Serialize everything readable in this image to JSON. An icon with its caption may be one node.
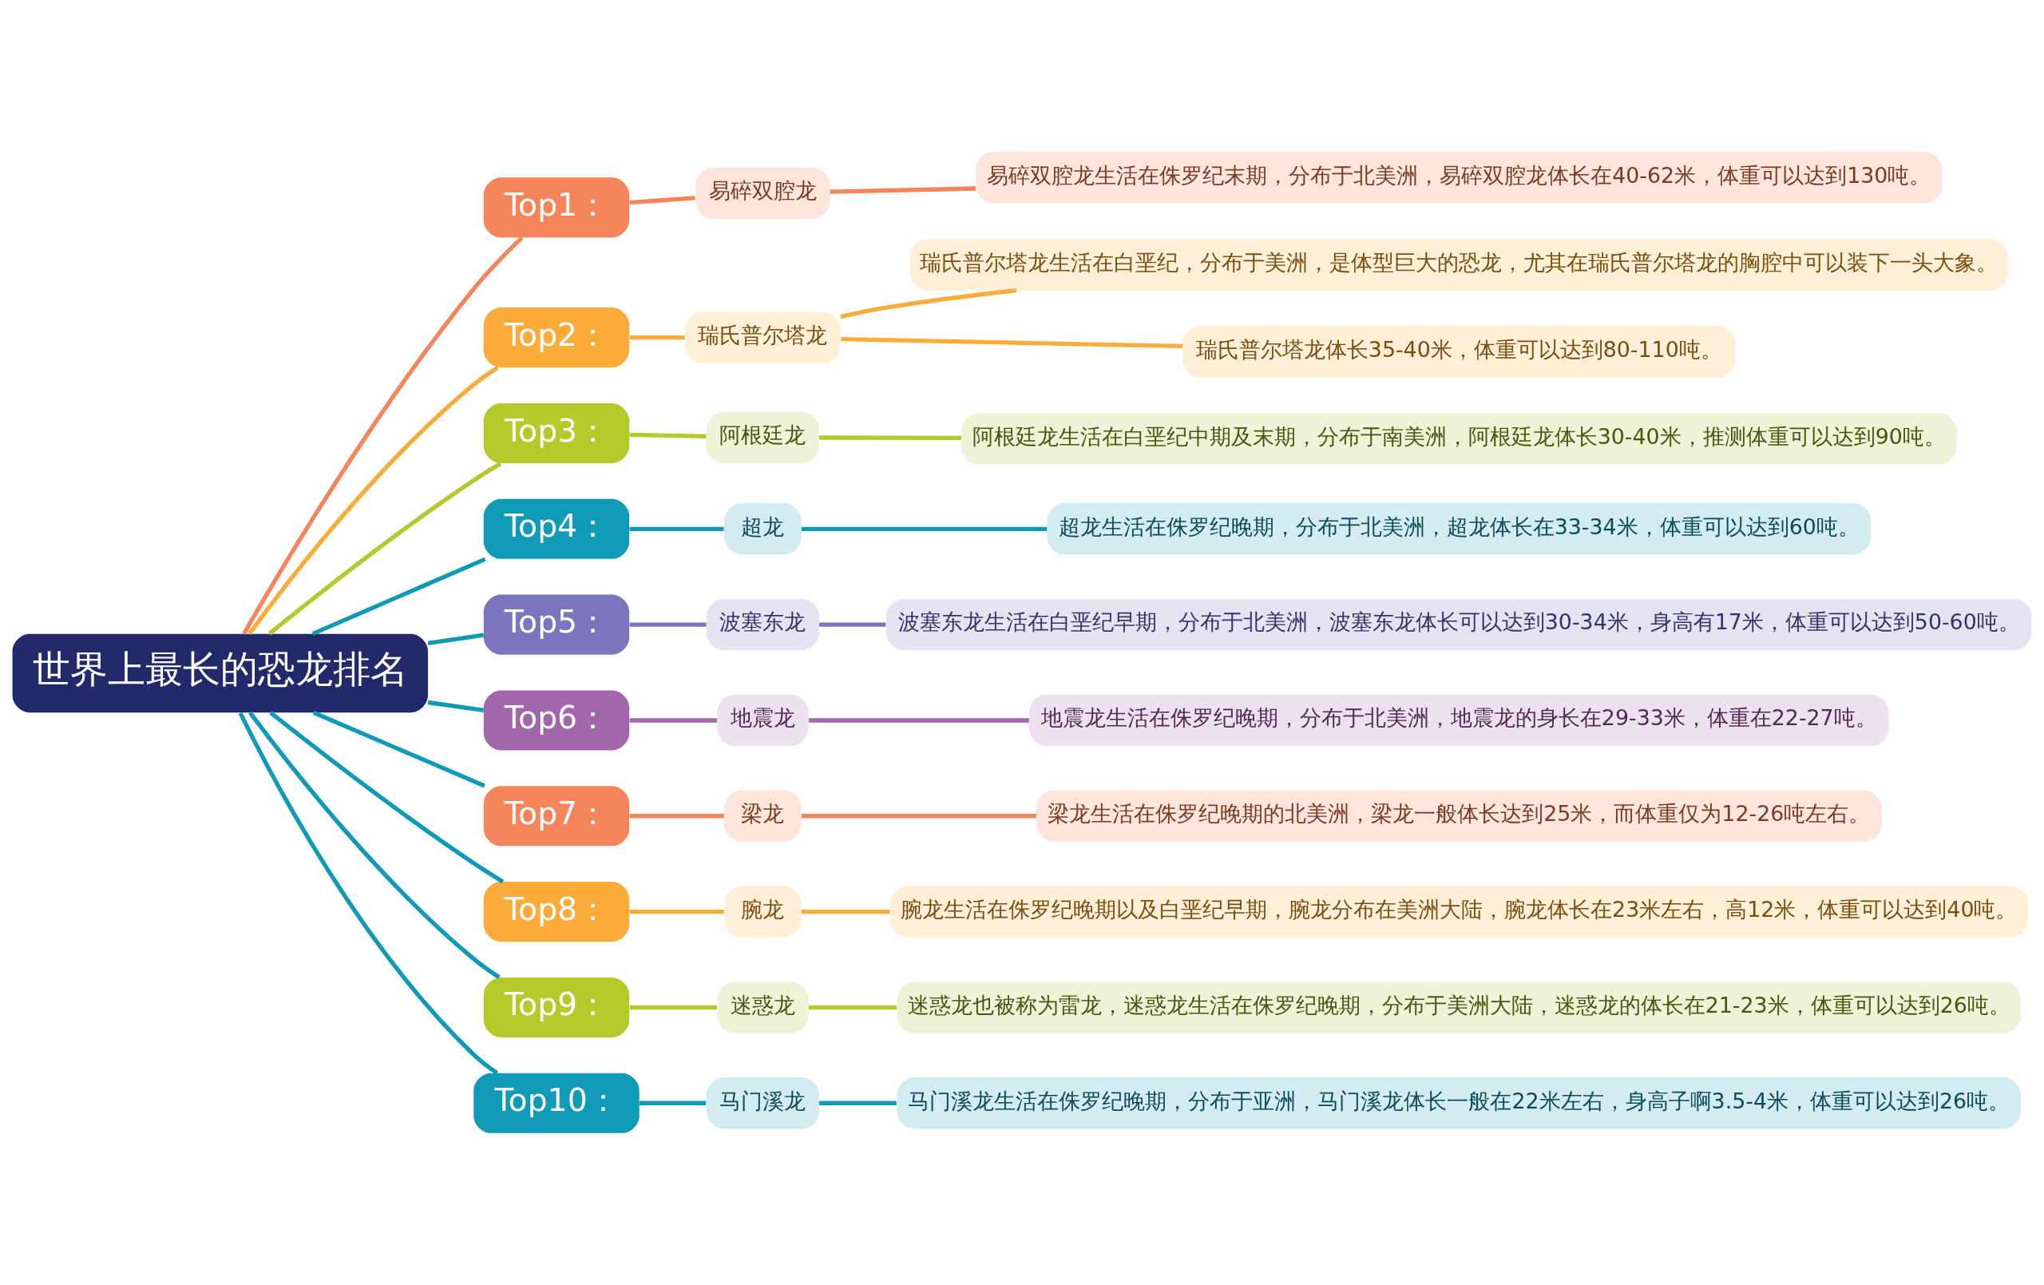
{
  "diagram": {
    "nodes": [
      {
        "text": [
          "世界上最长的恐龙排名"
        ]
      },
      {
        "text": [
          "Top1："
        ]
      },
      {
        "text": [
          "易碎双腔龙"
        ]
      },
      {
        "text": [
          "易碎双腔龙生活在侏罗纪末期，分布于北美洲，易碎双腔龙体长在40-62米，体重可以达到130吨。"
        ]
      },
      {
        "text": [
          "Top2："
        ]
      },
      {
        "text": [
          "瑞氏普尔塔龙"
        ]
      },
      {
        "text": [
          "瑞氏普尔塔龙生活在白垩纪，分布于美洲，是体型巨大的恐龙，尤其在瑞氏普尔塔龙的胸腔中可以装下一头大象。"
        ]
      },
      {
        "text": [
          "瑞氏普尔塔龙体长35-40米，体重可以达到80-110吨。"
        ]
      },
      {
        "text": [
          "Top3："
        ]
      },
      {
        "text": [
          "阿根廷龙"
        ]
      },
      {
        "text": [
          "阿根廷龙生活在白垩纪中期及末期，分布于南美洲，阿根廷龙体长30-40米，推测体重可以达到90吨。"
        ]
      },
      {
        "text": [
          "Top4："
        ]
      },
      {
        "text": [
          "超龙"
        ]
      },
      {
        "text": [
          "超龙生活在侏罗纪晚期，分布于北美洲，超龙体长在33-34米，体重可以达到60吨。"
        ]
      },
      {
        "text": [
          "Top5："
        ]
      },
      {
        "text": [
          "波塞东龙"
        ]
      },
      {
        "text": [
          "波塞东龙生活在白垩纪早期，分布于北美洲，波塞东龙体长可以达到30-34米，身高有17米，体重可以达到50-60吨。"
        ]
      },
      {
        "text": [
          "Top6："
        ]
      },
      {
        "text": [
          "地震龙"
        ]
      },
      {
        "text": [
          "地震龙生活在侏罗纪晚期，分布于北美洲，地震龙的身长在29-33米，体重在22-27吨。"
        ]
      },
      {
        "text": [
          "Top7："
        ]
      },
      {
        "text": [
          "梁龙"
        ]
      },
      {
        "text": [
          "梁龙生活在侏罗纪晚期的北美洲，梁龙一般体长达到25米，而体重仅为12-26吨左右。"
        ]
      },
      {
        "text": [
          "Top8："
        ]
      },
      {
        "text": [
          "腕龙"
        ]
      },
      {
        "text": [
          "腕龙生活在侏罗纪晚期以及白垩纪早期，腕龙分布在美洲大陆，腕龙体长在23米左右，高12米，体重可以达到40吨。"
        ]
      },
      {
        "text": [
          "Top9："
        ]
      },
      {
        "text": [
          "迷惑龙"
        ]
      },
      {
        "text": [
          "迷惑龙也被称为雷龙，迷惑龙生活在侏罗纪晚期，分布于美洲大陆，迷惑龙的体长在21-23米，体重可以达到26吨。"
        ]
      },
      {
        "text": [
          "Top10："
        ]
      },
      {
        "text": [
          "马门溪龙"
        ]
      },
      {
        "text": [
          "马门溪龙生活在侏罗纪晚期，分布于亚洲，马门溪龙体长一般在22米左右，身高子啊3.5-4米，体重可以达到26吨。"
        ]
      }
    ],
    "edges": [
      {
        "from": 0,
        "to": 1,
        "arrow": "none",
        "color": "#f5845a"
      },
      {
        "from": 1,
        "to": 2,
        "arrow": "none",
        "color": "#f5845a"
      },
      {
        "from": 2,
        "to": 3,
        "arrow": "none",
        "color": "#f5845a"
      },
      {
        "from": 0,
        "to": 4,
        "arrow": "none",
        "color": "#fbab3a"
      },
      {
        "from": 4,
        "to": 5,
        "arrow": "none",
        "color": "#fbab3a"
      },
      {
        "from": 5,
        "to": 6,
        "arrow": "none",
        "color": "#fbab3a"
      },
      {
        "from": 5,
        "to": 7,
        "arrow": "none",
        "color": "#fbab3a"
      },
      {
        "from": 0,
        "to": 8,
        "arrow": "none",
        "color": "#b5c92a"
      },
      {
        "from": 8,
        "to": 9,
        "arrow": "none",
        "color": "#b5c92a"
      },
      {
        "from": 9,
        "to": 10,
        "arrow": "none",
        "color": "#b5c92a"
      },
      {
        "from": 0,
        "to": 11,
        "arrow": "none",
        "color": "#0f9ab8"
      },
      {
        "from": 11,
        "to": 12,
        "arrow": "none",
        "color": "#0f9ab8"
      },
      {
        "from": 12,
        "to": 13,
        "arrow": "none",
        "color": "#0f9ab8"
      },
      {
        "from": 0,
        "to": 14,
        "arrow": "none",
        "color": "#0f9ab8"
      },
      {
        "from": 14,
        "to": 15,
        "arrow": "none",
        "color": "#7a75bd"
      },
      {
        "from": 15,
        "to": 16,
        "arrow": "none",
        "color": "#7a75bd"
      },
      {
        "from": 0,
        "to": 17,
        "arrow": "none",
        "color": "#0f9ab8"
      },
      {
        "from": 17,
        "to": 18,
        "arrow": "none",
        "color": "#a267aa"
      },
      {
        "from": 18,
        "to": 19,
        "arrow": "none",
        "color": "#a267aa"
      },
      {
        "from": 0,
        "to": 20,
        "arrow": "none",
        "color": "#0f9ab8"
      },
      {
        "from": 20,
        "to": 21,
        "arrow": "none",
        "color": "#f5845a"
      },
      {
        "from": 21,
        "to": 22,
        "arrow": "none",
        "color": "#f5845a"
      },
      {
        "from": 0,
        "to": 23,
        "arrow": "none",
        "color": "#0f9ab8"
      },
      {
        "from": 23,
        "to": 24,
        "arrow": "none",
        "color": "#fbab3a"
      },
      {
        "from": 24,
        "to": 25,
        "arrow": "none",
        "color": "#fbab3a"
      },
      {
        "from": 0,
        "to": 26,
        "arrow": "none",
        "color": "#0f9ab8"
      },
      {
        "from": 26,
        "to": 27,
        "arrow": "none",
        "color": "#b5c92a"
      },
      {
        "from": 27,
        "to": 28,
        "arrow": "none",
        "color": "#b5c92a"
      },
      {
        "from": 0,
        "to": 29,
        "arrow": "none",
        "color": "#0f9ab8"
      },
      {
        "from": 29,
        "to": 30,
        "arrow": "none",
        "color": "#0f9ab8"
      },
      {
        "from": 30,
        "to": 31,
        "arrow": "none",
        "color": "#0f9ab8"
      }
    ]
  }
}
